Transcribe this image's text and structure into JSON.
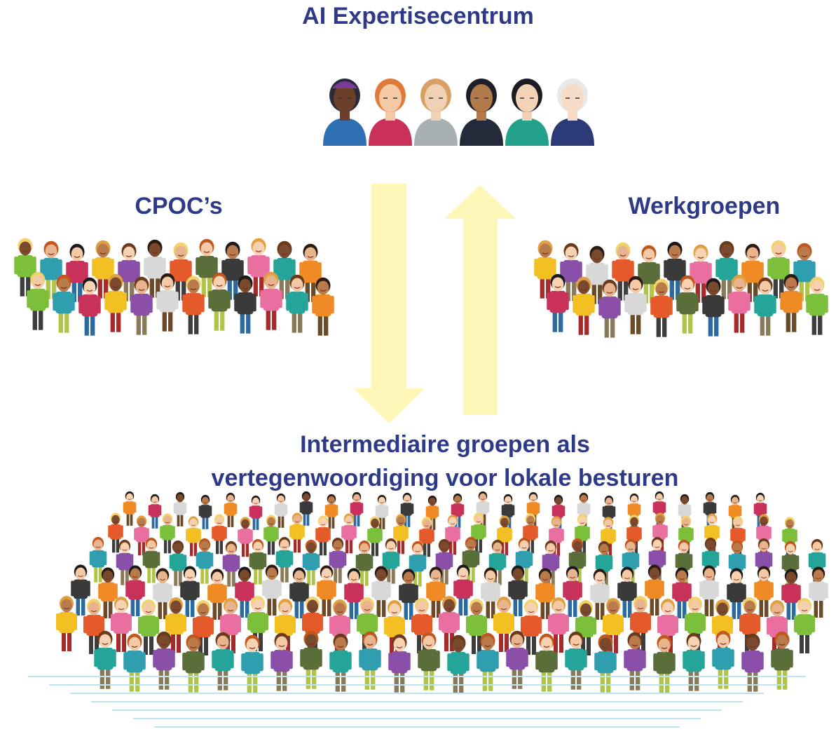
{
  "title": "AI Expertisecentrum",
  "left_group": "CPOC’s",
  "right_group": "Werkgroepen",
  "bottom_group": {
    "line1": "Intermediaire groepen als",
    "line2": "vertegenwoordiging voor lokale besturen"
  },
  "colors": {
    "text": "#2e3a87",
    "arrow": "#fff7b8"
  },
  "experts": [
    {
      "skin": "#6b3f2a",
      "hair": "#2a2a3a",
      "shirt": "#2f6fb3",
      "head": "#7a3b9a"
    },
    {
      "skin": "#f3c9a6",
      "hair": "#e07a3a",
      "shirt": "#c8325a",
      "head": null
    },
    {
      "skin": "#f1d1b5",
      "hair": "#d9a066",
      "shirt": "#a9b0b4",
      "head": null
    },
    {
      "skin": "#b07a4a",
      "hair": "#1f1f2a",
      "shirt": "#232b3a",
      "head": null
    },
    {
      "skin": "#f3d2b8",
      "hair": "#1c1c24",
      "shirt": "#23a08a",
      "head": null
    },
    {
      "skin": "#f6dcc6",
      "hair": "#e8e8e8",
      "shirt": "#2c3a78",
      "head": null
    }
  ]
}
